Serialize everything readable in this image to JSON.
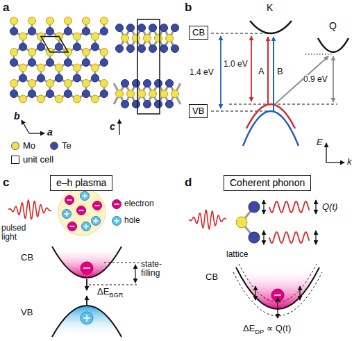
{
  "diagram": {
    "nodes": [
      {
        "text": [
          "CB"
        ]
      },
      {
        "text": [
          "VB"
        ]
      },
      {
        "text": [
          "e–h plasma"
        ]
      },
      {
        "text": [
          "Coherent phonon"
        ]
      }
    ],
    "labels": [
      "a",
      "b",
      "a",
      "c",
      "b",
      "K",
      "Q",
      "1.4 eV",
      "1.0 eV",
      "A",
      "B",
      "0.9 eV",
      "E",
      "k",
      "c",
      "pulsed light",
      "electron",
      "hole",
      "CB",
      "state-filling",
      "ΔEBGR",
      "VB",
      "d",
      "Q(t)",
      "lattice",
      "CB",
      "ΔEDP ∝ Q(t)"
    ],
    "legend": [
      {
        "text": "Mo",
        "color": "#f3e24e"
      },
      {
        "text": "Te",
        "color": "#3b4aa5"
      },
      {
        "text": "unit cell"
      }
    ]
  }
}
